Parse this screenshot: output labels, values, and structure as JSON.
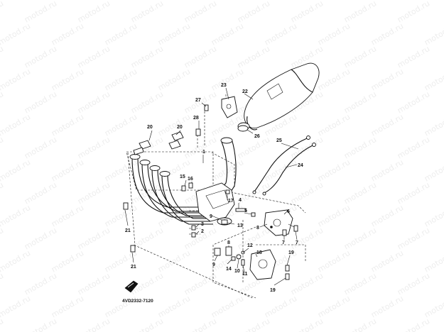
{
  "watermark": "motod.ru",
  "ref_code": "4VD2332-7120",
  "labels": {
    "p1": "1",
    "p2": "2",
    "p3": "3",
    "p4": "4",
    "p5": "5",
    "p6": "6",
    "p7a": "7",
    "p7b": "7",
    "p8a": "8",
    "p8b": "8",
    "p9a": "9",
    "p9b": "9",
    "p10": "10",
    "p11": "11",
    "p12": "12",
    "p13": "13",
    "p14": "14",
    "p15": "15",
    "p16": "16",
    "p17": "17",
    "p18": "18",
    "p19a": "19",
    "p19b": "19",
    "p20a": "20",
    "p20b": "20",
    "p21a": "21",
    "p21b": "21",
    "p22": "22",
    "p23": "23",
    "p24": "24",
    "p25": "25",
    "p26": "26",
    "p27": "27",
    "p28": "28"
  },
  "colors": {
    "ink": "#111111",
    "background": "#ffffff"
  },
  "icons": [
    "front-arrow-icon"
  ]
}
